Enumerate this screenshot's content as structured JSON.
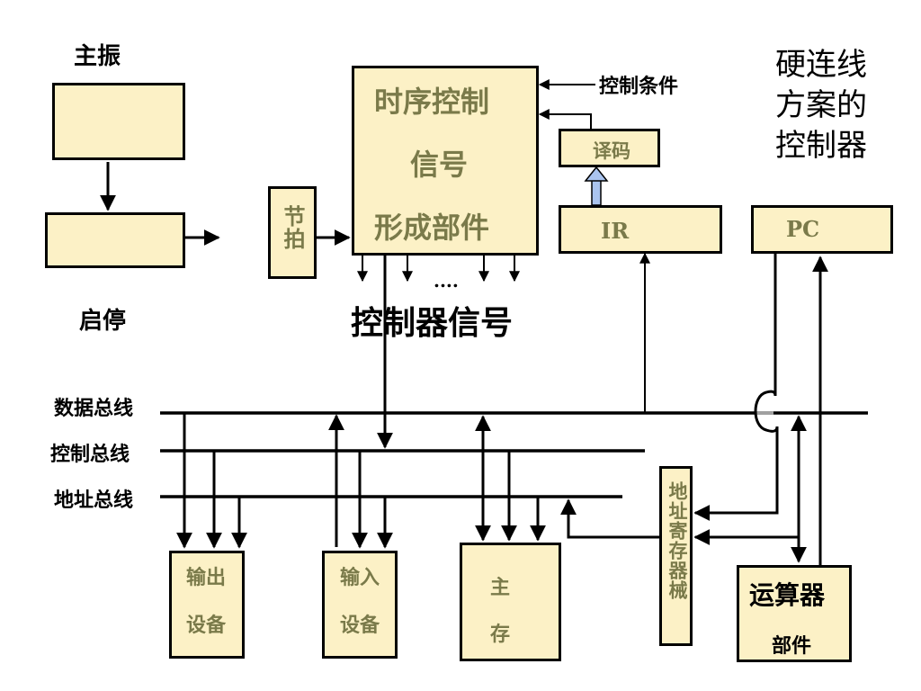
{
  "labels": {
    "oscillator": "主振",
    "start_stop": "启停",
    "beat": "节拍",
    "timing_unit_line1": "时序控制",
    "timing_unit_line2": "信号",
    "timing_unit_line3": "形成部件",
    "control_conditions": "控制条件",
    "decoder": "译码",
    "ir": "IR",
    "pc": "PC",
    "title_line1": "硬连线",
    "title_line2": "方案的",
    "title_line3": "控制器",
    "ellipsis": "....",
    "controller_signals": "控制器信号",
    "data_bus": "数据总线",
    "control_bus": "控制总线",
    "address_bus": "地址总线",
    "output_device_line1": "输出",
    "output_device_line2": "设备",
    "input_device_line1": "输入",
    "input_device_line2": "设备",
    "main_memory_line1": "主",
    "main_memory_line2": "存",
    "address_register": "地址寄存器械",
    "alu_line1": "运算器",
    "alu_line2": "部件"
  },
  "colors": {
    "box_fill": "#fcf1c6",
    "wave_green": "#1aa61a",
    "wave_gray": "#8a8a6a",
    "arrow_blue": "#aac4ee",
    "text_olive": "#7a7a4a"
  }
}
